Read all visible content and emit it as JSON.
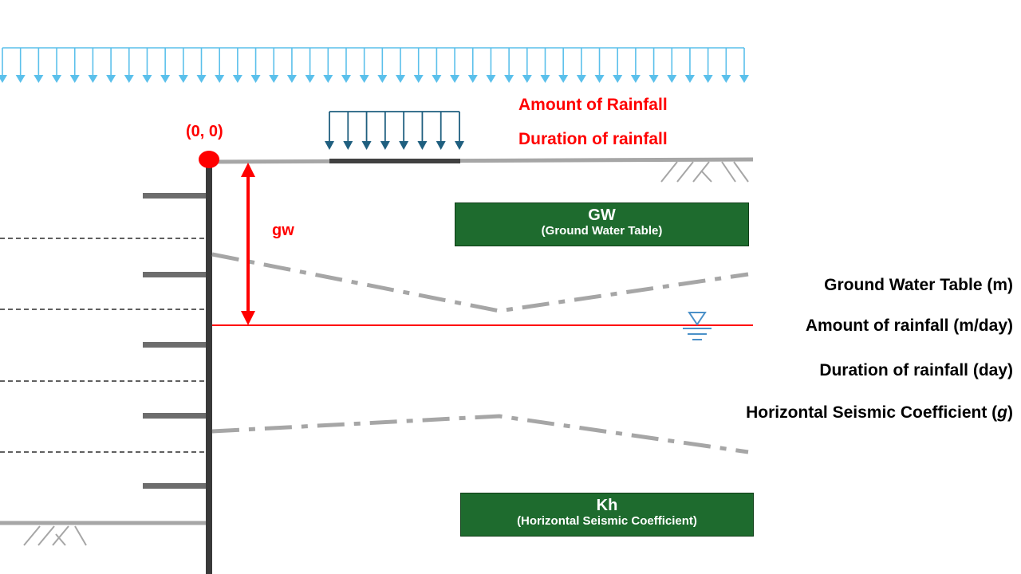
{
  "labels": {
    "origin": "(0, 0)",
    "amount_of_rainfall": "Amount of Rainfall",
    "duration_of_rainfall": "Duration of rainfall",
    "gw_depth": "gw"
  },
  "boxes": {
    "gw": {
      "title": "GW",
      "subtitle": "(Ground Water Table)"
    },
    "kh": {
      "title": "Kh",
      "subtitle": "(Horizontal Seismic Coefficient)"
    }
  },
  "parameters": [
    {
      "label": "Ground Water Table (m)"
    },
    {
      "label": "Amount of rainfall (m/day)"
    },
    {
      "label": "Duration of rainfall (day)"
    },
    {
      "label": "Horizontal Seismic Coefficient (",
      "unit": "g",
      "suffix": ")"
    }
  ],
  "colors": {
    "rain_arrows": "#5bc0eb",
    "surface_load_arrows": "#1f5f7f",
    "label_red": "#ff0000",
    "wall": "#3a3a3a",
    "struts": "#6d6d6d",
    "ground": "#a6a6a6",
    "water_table": "#ff0000",
    "box_fill": "#1e6b2e",
    "water_symbol": "#4a90c8"
  }
}
